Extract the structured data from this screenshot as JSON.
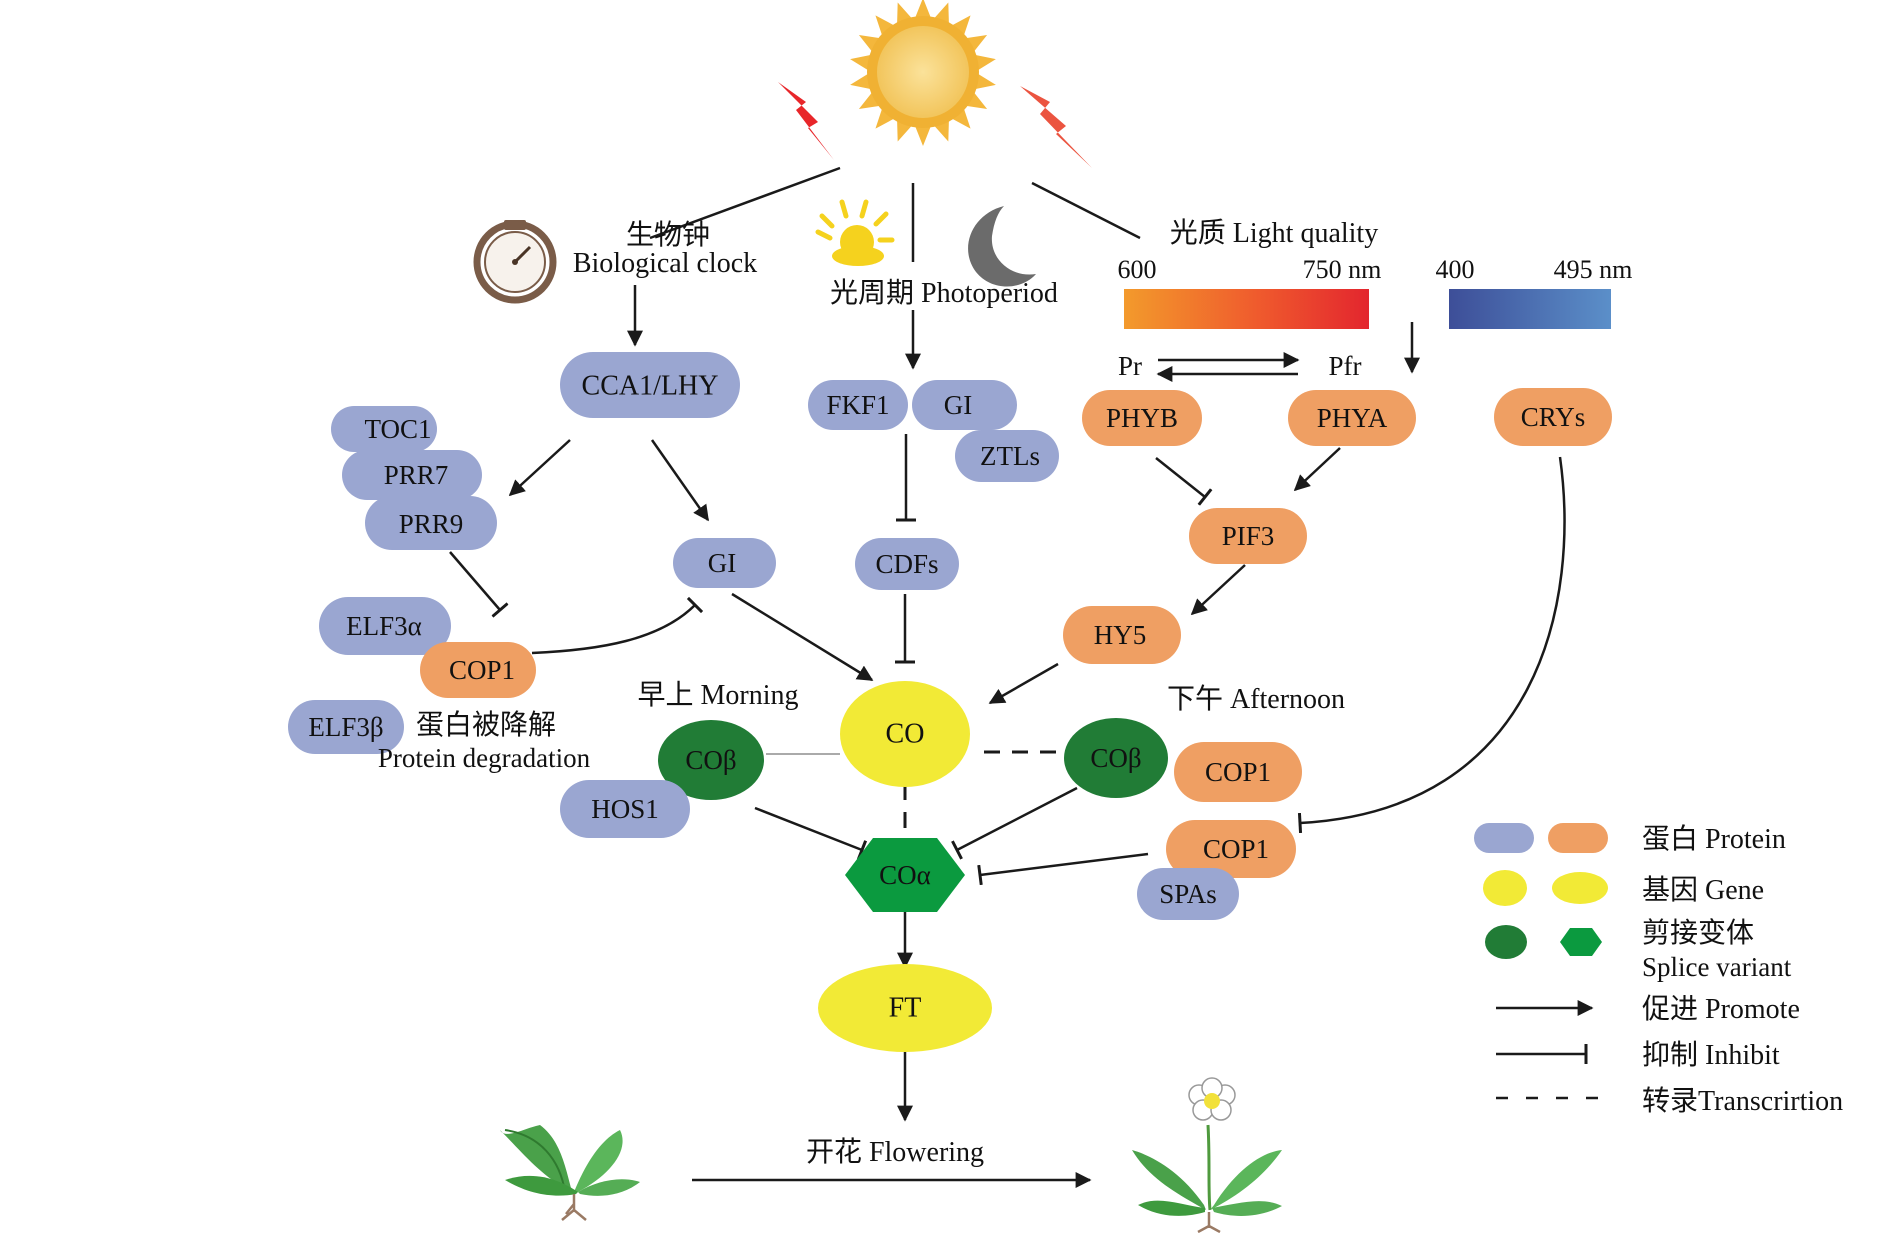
{
  "colors": {
    "protein_blue": "#9aa6d1",
    "protein_orange": "#ef9f63",
    "gene_yellow": "#f2ea36",
    "splice_dark_green": "#217c36",
    "splice_green": "#0b9a3f",
    "arrow": "#1a1a1a"
  },
  "labels": {
    "clock_cn": "生物钟",
    "clock_en": "Biological clock",
    "photoperiod": "光周期 Photoperiod",
    "light_quality": "光质 Light quality",
    "spec1_a": "600",
    "spec1_b": "750 nm",
    "spec2_a": "400",
    "spec2_b": "495 nm",
    "pr": "Pr",
    "pfr": "Pfr",
    "morning": "早上 Morning",
    "afternoon": "下午 Afternoon",
    "degradation_cn": "蛋白被降解",
    "degradation_en": "Protein degradation",
    "flowering": "开花 Flowering"
  },
  "nodes": {
    "cca1_lhy": "CCA1/LHY",
    "toc1": "TOC1",
    "prr7": "PRR7",
    "prr9": "PRR9",
    "gi_clock": "GI",
    "fkf1": "FKF1",
    "gi_photo": "GI",
    "ztls": "ZTLs",
    "cdfs": "CDFs",
    "phyb": "PHYB",
    "phya": "PHYA",
    "crys": "CRYs",
    "pif3": "PIF3",
    "hy5": "HY5",
    "elf3a": "ELF3α",
    "cop1_left": "COP1",
    "elf3b": "ELF3β",
    "co": "CO",
    "cob_left": "COβ",
    "hos1": "HOS1",
    "cob_right": "COβ",
    "cop1_right1": "COP1",
    "cop1_right2": "COP1",
    "spas": "SPAs",
    "coa": "COα",
    "ft": "FT"
  },
  "legend": {
    "protein": "蛋白 Protein",
    "gene": "基因 Gene",
    "splice_cn": "剪接变体",
    "splice_en": "Splice variant",
    "promote": "促进 Promote",
    "inhibit": "抑制 Inhibit",
    "transcription": "转录Transcrirtion"
  }
}
